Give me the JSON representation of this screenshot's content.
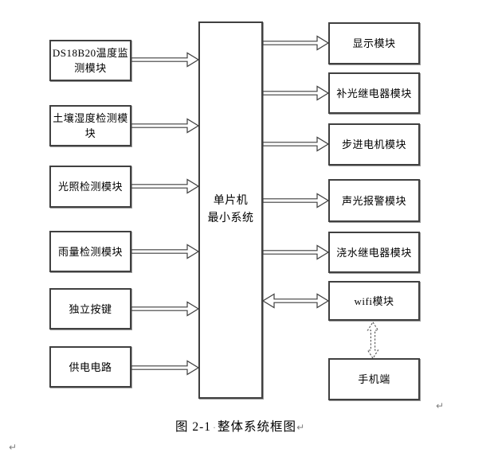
{
  "caption": {
    "prefix": "图 2-1",
    "space_dot": "·",
    "title": "整体系统框图",
    "return_mark": "↵"
  },
  "marks": {
    "after_diagram": "↵",
    "bottom_left": "↵"
  },
  "mcu": {
    "label": "单片机\n最小系统"
  },
  "left_modules": [
    {
      "label": "DS18B20温度监\n测模块"
    },
    {
      "label": "土壤湿度检测模\n块"
    },
    {
      "label": "光照检测模块"
    },
    {
      "label": "雨量检测模块"
    },
    {
      "label": "独立按键"
    },
    {
      "label": "供电电路"
    }
  ],
  "right_modules": [
    {
      "label": "显示模块"
    },
    {
      "label": "补光继电器模块"
    },
    {
      "label": "步进电机模块"
    },
    {
      "label": "声光报警模块"
    },
    {
      "label": "浇水继电器模块"
    },
    {
      "label": "wifi模块"
    },
    {
      "label": "手机端"
    }
  ],
  "connections": [
    {
      "from": "DS18B20温度监测模块",
      "to": "单片机最小系统",
      "direction": "right",
      "style": "solid"
    },
    {
      "from": "土壤湿度检测模块",
      "to": "单片机最小系统",
      "direction": "right",
      "style": "solid"
    },
    {
      "from": "光照检测模块",
      "to": "单片机最小系统",
      "direction": "right",
      "style": "solid"
    },
    {
      "from": "雨量检测模块",
      "to": "单片机最小系统",
      "direction": "right",
      "style": "solid"
    },
    {
      "from": "独立按键",
      "to": "单片机最小系统",
      "direction": "right",
      "style": "solid"
    },
    {
      "from": "供电电路",
      "to": "单片机最小系统",
      "direction": "right",
      "style": "solid"
    },
    {
      "from": "单片机最小系统",
      "to": "显示模块",
      "direction": "right",
      "style": "solid"
    },
    {
      "from": "单片机最小系统",
      "to": "补光继电器模块",
      "direction": "right",
      "style": "solid"
    },
    {
      "from": "单片机最小系统",
      "to": "步进电机模块",
      "direction": "right",
      "style": "solid"
    },
    {
      "from": "单片机最小系统",
      "to": "声光报警模块",
      "direction": "right",
      "style": "solid"
    },
    {
      "from": "单片机最小系统",
      "to": "浇水继电器模块",
      "direction": "right",
      "style": "solid"
    },
    {
      "from": "单片机最小系统",
      "to": "wifi模块",
      "direction": "both",
      "style": "solid"
    },
    {
      "from": "wifi模块",
      "to": "手机端",
      "direction": "both",
      "style": "dashed"
    }
  ],
  "colors": {
    "border": "#404040",
    "text": "#000000",
    "mark": "#808080",
    "background": "#ffffff"
  }
}
